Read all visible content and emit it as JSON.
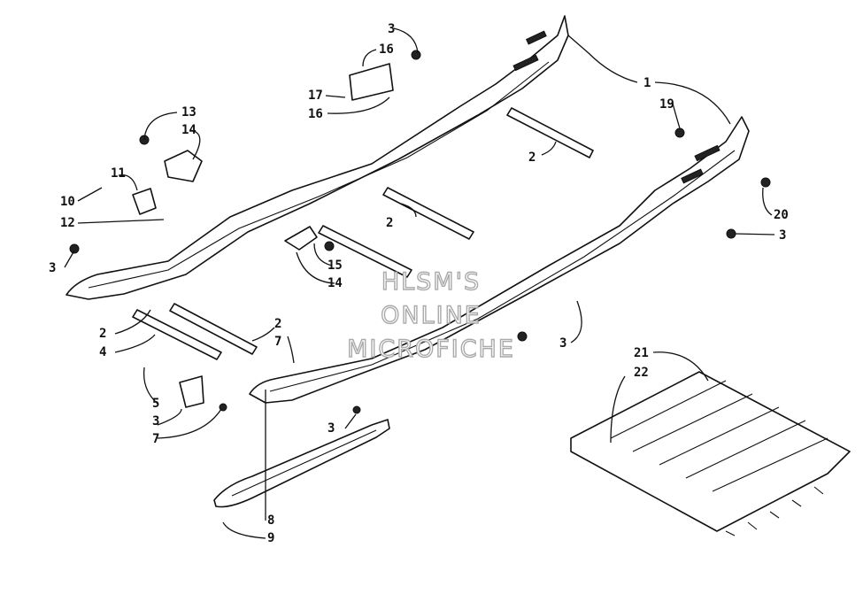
{
  "callouts": [
    "1",
    "2",
    "2",
    "2",
    "2",
    "3",
    "3",
    "3",
    "3",
    "3",
    "3",
    "4",
    "5",
    "7",
    "7",
    "8",
    "9",
    "10",
    "11",
    "12",
    "13",
    "14",
    "14",
    "15",
    "16",
    "16",
    "17",
    "19",
    "20",
    "21",
    "22"
  ],
  "watermark": [
    "HLSM'S",
    "ONLINE",
    "MICROFICHE"
  ]
}
